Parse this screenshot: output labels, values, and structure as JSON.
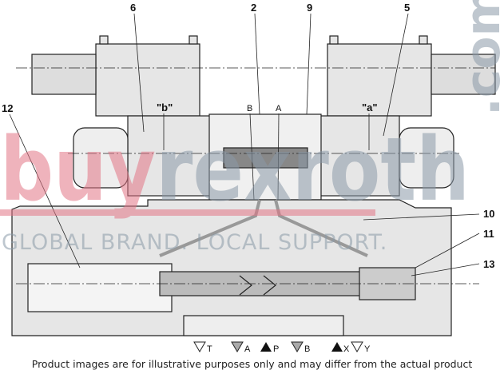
{
  "callouts": [
    "6",
    "2",
    "9",
    "5",
    "12",
    "10",
    "11",
    "13"
  ],
  "solenoid_labels": {
    "left": "\"b\"",
    "right": "\"a\""
  },
  "pilot_ports": {
    "left": "B",
    "right": "A"
  },
  "ports": [
    {
      "label": "T",
      "marker": "open"
    },
    {
      "label": "A",
      "marker": "grey"
    },
    {
      "label": "P",
      "marker": "filled"
    },
    {
      "label": "B",
      "marker": "grey"
    },
    {
      "label": "X",
      "marker": "filled"
    },
    {
      "label": "Y",
      "marker": "open"
    }
  ],
  "watermark": {
    "brand_a": "buy",
    "brand_b": "rexroth",
    "suffix": ".com",
    "tagline": "GLOBAL BRAND. LOCAL SUPPORT."
  },
  "colors": {
    "watermark_red": "#e8a0a8",
    "watermark_grey": "#9aa8b4",
    "body_fill": "#e6e6e6",
    "line": "#222222"
  },
  "footer": "Product images are for illustrative purposes only and may differ from the actual product"
}
